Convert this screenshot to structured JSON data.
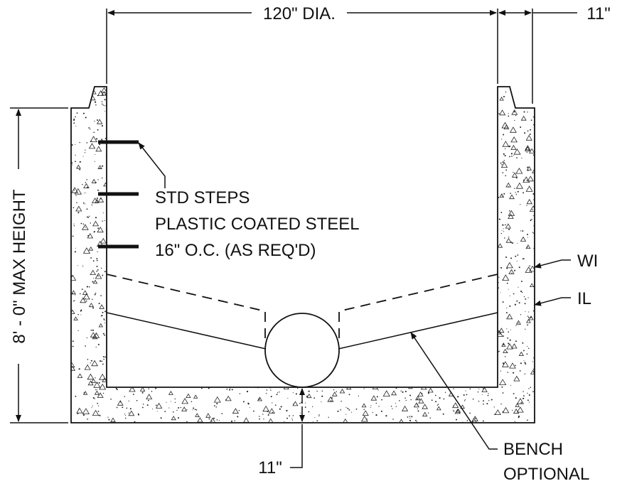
{
  "drawing": {
    "dimensions": {
      "diameter": "120\" DIA.",
      "wall_thickness": "11\"",
      "height": "8' - 0\" MAX HEIGHT",
      "base_thickness": "11\""
    },
    "callouts": {
      "steps": [
        "STD STEPS",
        "PLASTIC COATED STEEL",
        "16\" O.C. (AS REQ'D)"
      ],
      "wi": "WI",
      "il": "IL",
      "bench": [
        "BENCH",
        "OPTIONAL"
      ]
    },
    "colors": {
      "line": "#111111",
      "background": "#ffffff",
      "concrete_speckle": "#222222"
    }
  }
}
